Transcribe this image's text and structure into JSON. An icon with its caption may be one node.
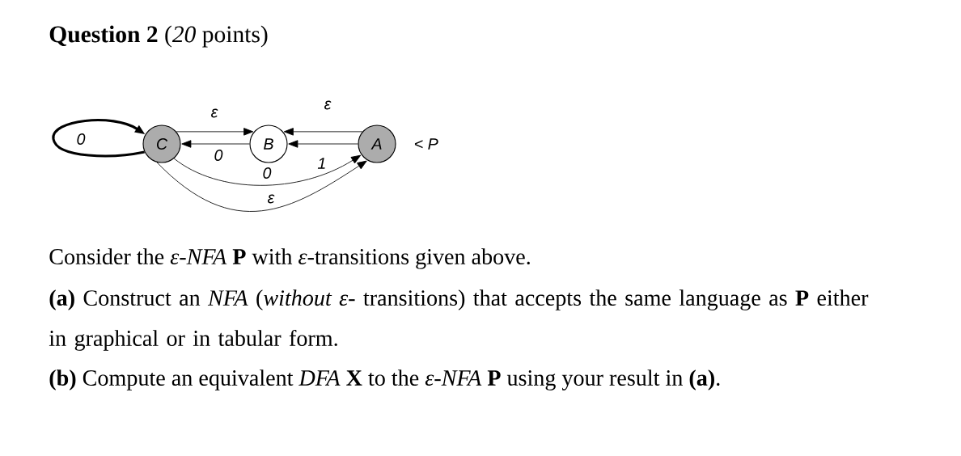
{
  "diagram": {
    "title": "**Question 2** (*20* points)",
    "nodes": [
      {
        "text": [
          "C"
        ]
      },
      {
        "text": [
          "B"
        ]
      },
      {
        "text": [
          "A"
        ],
        "beside": [
          "< P"
        ]
      }
    ],
    "edges": [
      {
        "from": 0,
        "to": 0,
        "arrow": "to",
        "label": "0",
        "style": "thick"
      },
      {
        "from": 0,
        "to": 1,
        "arrow": "to",
        "label": "ε"
      },
      {
        "from": 1,
        "to": 0,
        "arrow": "to",
        "label": "0"
      },
      {
        "from": 2,
        "to": 1,
        "arrow": "to",
        "label": "ε"
      },
      {
        "from": 2,
        "to": 1,
        "arrow": "to"
      },
      {
        "from": 0,
        "to": 2,
        "arrow": "to",
        "label": "0"
      },
      {
        "from": 0,
        "to": 2,
        "arrow": "to",
        "label": "ε"
      }
    ],
    "labels": [
      "1",
      "Consider the *ε-NFA* **P** with *ε*-transitions given above.",
      "**(a)** Construct an *NFA* (*without ε-* transitions) that accepts the same language as **P** either in graphical or in tabular form.",
      "**(b)** Compute an equivalent *DFA* **X** to the *ε-NFA* **P** using your result in **(a)**."
    ]
  }
}
